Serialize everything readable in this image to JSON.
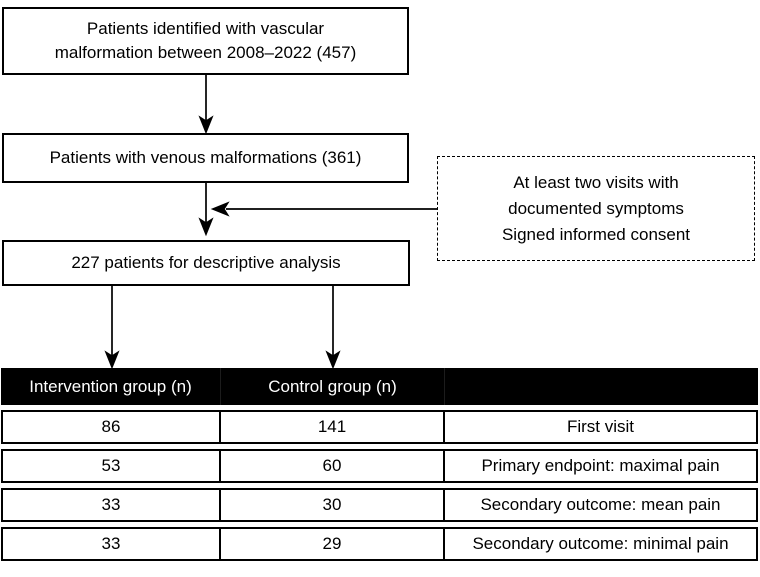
{
  "figure": {
    "boxes": {
      "identified": {
        "line1": "Patients identified with vascular",
        "line2": "malformation between 2008–2022 (457)"
      },
      "venous": {
        "line1": "Patients with venous malformations (361)"
      },
      "descriptive": {
        "line1": "227 patients for descriptive analysis"
      },
      "criteria": {
        "line1": "At least two visits with",
        "line2": "documented symptoms",
        "line3": "Signed informed consent"
      }
    },
    "table": {
      "headers": {
        "intervention": "Intervention group (n)",
        "control": "Control group (n)",
        "outcome": ""
      },
      "rows": [
        {
          "intervention": "86",
          "control": "141",
          "label": "First visit"
        },
        {
          "intervention": "53",
          "control": "60",
          "label": "Primary endpoint: maximal pain"
        },
        {
          "intervention": "33",
          "control": "30",
          "label": "Secondary outcome: mean pain"
        },
        {
          "intervention": "33",
          "control": "29",
          "label": "Secondary outcome: minimal pain"
        }
      ]
    },
    "colors": {
      "border": "#000000",
      "header_bg": "#000000",
      "header_text": "#ffffff",
      "background": "#ffffff"
    }
  }
}
